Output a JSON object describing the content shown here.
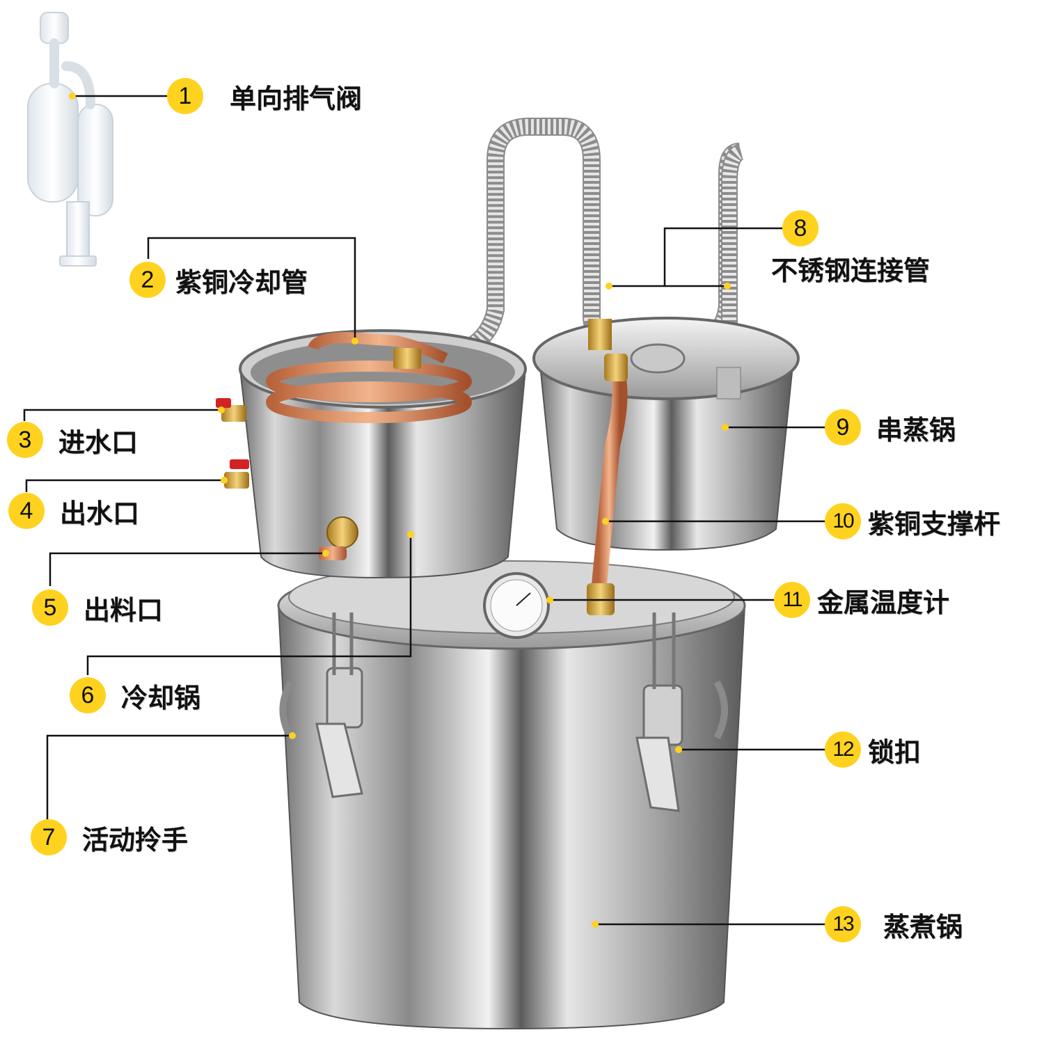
{
  "colors": {
    "badge": "#FFD21F",
    "leader": "#111111",
    "dot": "#FFD21F"
  },
  "icons": [
    "airlock-valve-icon",
    "distiller-still-icon"
  ],
  "callouts": [
    {
      "number": "1",
      "label": "单向排气阀"
    },
    {
      "number": "2",
      "label": "紫铜冷却管"
    },
    {
      "number": "3",
      "label": "进水口"
    },
    {
      "number": "4",
      "label": "出水口"
    },
    {
      "number": "5",
      "label": "出料口"
    },
    {
      "number": "6",
      "label": "冷却锅"
    },
    {
      "number": "7",
      "label": "活动拎手"
    },
    {
      "number": "8",
      "label": "不锈钢连接管"
    },
    {
      "number": "9",
      "label": "串蒸锅"
    },
    {
      "number": "10",
      "label": "紫铜支撑杆"
    },
    {
      "number": "11",
      "label": "金属温度计"
    },
    {
      "number": "12",
      "label": "锁扣"
    },
    {
      "number": "13",
      "label": "蒸煮锅"
    }
  ]
}
